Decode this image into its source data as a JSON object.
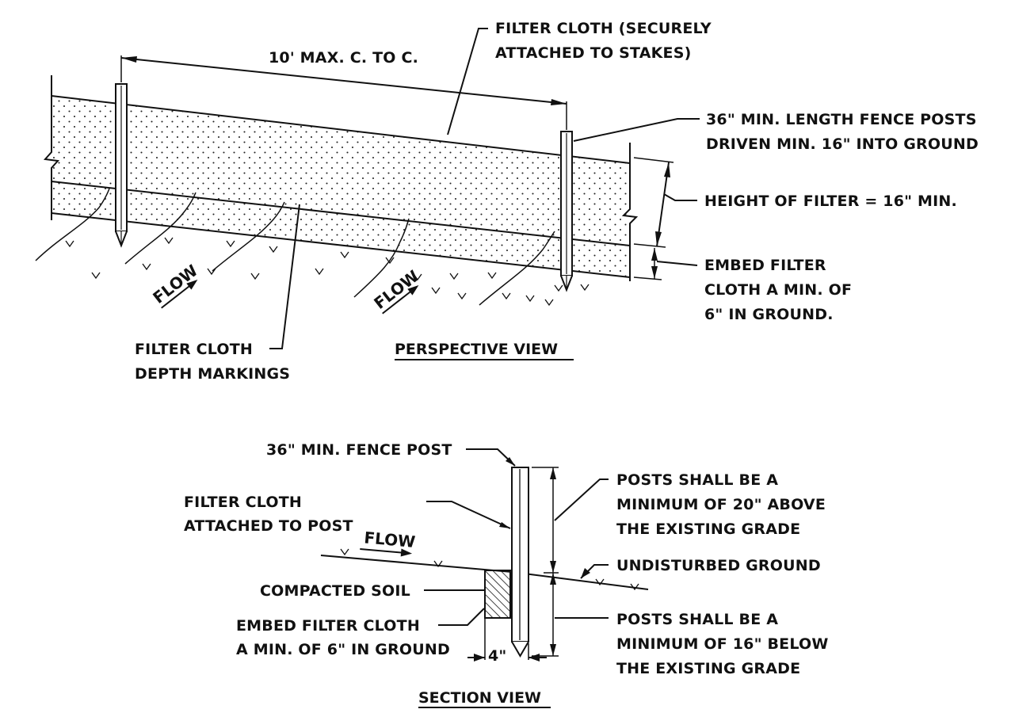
{
  "perspective_view": {
    "title": "PERSPECTIVE VIEW",
    "spacing_label": "10' MAX. C. TO C.",
    "filter_cloth_label": [
      "FILTER CLOTH (SECURELY",
      "ATTACHED TO STAKES)"
    ],
    "fence_posts_label": [
      "36\" MIN. LENGTH FENCE POSTS",
      "DRIVEN MIN. 16\" INTO GROUND"
    ],
    "height_label": "HEIGHT OF FILTER = 16\" MIN.",
    "embed_label": [
      "EMBED FILTER",
      "CLOTH A MIN. OF",
      "6\" IN GROUND."
    ],
    "depth_markings_label": [
      "FILTER CLOTH",
      "DEPTH MARKINGS"
    ],
    "flow_label": "FLOW"
  },
  "section_view": {
    "title": "SECTION VIEW",
    "fence_post_label": "36\" MIN. FENCE POST",
    "filter_attached_label": [
      "FILTER CLOTH",
      "ATTACHED TO POST"
    ],
    "flow_label": "FLOW",
    "compacted_soil_label": "COMPACTED SOIL",
    "embed_label": [
      "EMBED FILTER CLOTH",
      "A MIN. OF 6\" IN GROUND"
    ],
    "width_label": "4\"",
    "posts_above_label": [
      "POSTS SHALL BE A",
      "MINIMUM OF 20\" ABOVE",
      "THE EXISTING GRADE"
    ],
    "ground_label": "UNDISTURBED GROUND",
    "posts_below_label": [
      "POSTS SHALL BE A",
      "MINIMUM OF 16\" BELOW",
      "THE EXISTING GRADE"
    ]
  }
}
